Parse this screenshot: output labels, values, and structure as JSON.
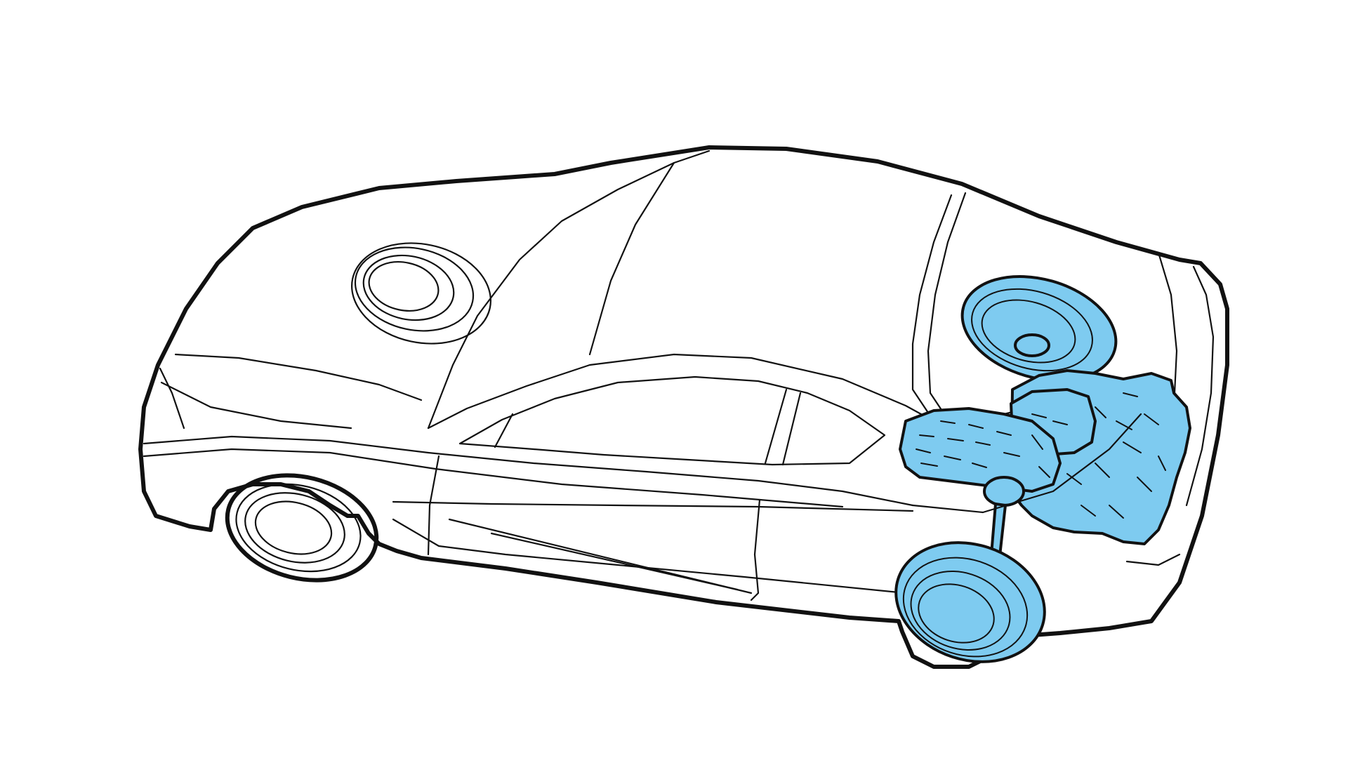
{
  "illustration": {
    "subject": "car-drivetrain-cutaway",
    "colors": {
      "background": "#ffffff",
      "outline": "#111111",
      "highlight": "#7ecbf0"
    },
    "highlighted_parts": [
      "front-wheels",
      "engine",
      "transaxle",
      "drive-axle"
    ]
  }
}
